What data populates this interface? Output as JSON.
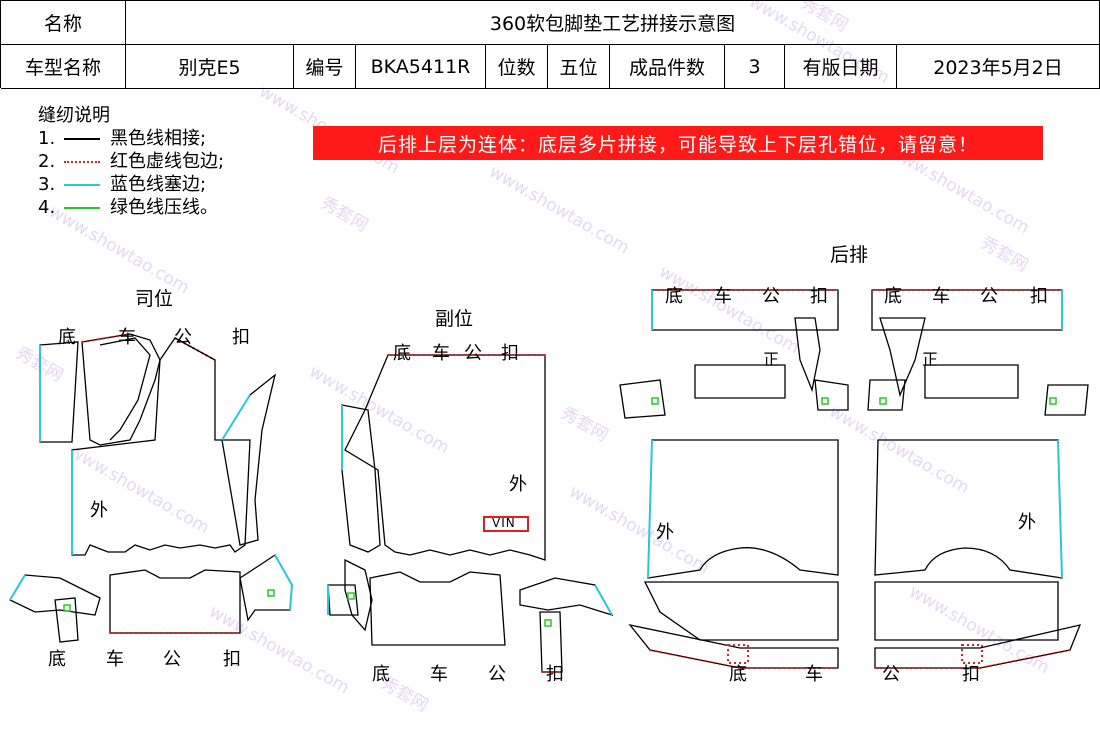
{
  "header": {
    "row1": {
      "name_label": "名称",
      "title": "360软包脚垫工艺拼接示意图"
    },
    "row2": {
      "model_label": "车型名称",
      "model_value": "别克E5",
      "code_label": "编号",
      "code_value": "BKA5411R",
      "seats_label": "位数",
      "seats_value": "五位",
      "pieces_label": "成品件数",
      "pieces_value": "3",
      "date_label": "有版日期",
      "date_value": "2023年5月2日"
    }
  },
  "legend": {
    "title": "缝纫说明",
    "items": [
      {
        "num": "1.",
        "text": "黑色线相接;",
        "color": "#000000",
        "style": "solid"
      },
      {
        "num": "2.",
        "text": "红色虚线包边;",
        "color": "#e02020",
        "style": "dotted"
      },
      {
        "num": "3.",
        "text": "蓝色线塞边;",
        "color": "#29c6e0",
        "style": "solid"
      },
      {
        "num": "4.",
        "text": "绿色线压线。",
        "color": "#22cc22",
        "style": "solid"
      }
    ]
  },
  "notice": "后排上层为连体：底层多片拼接，可能导致上下层孔错位，请留意！",
  "sections": {
    "driver": "司位",
    "passenger": "副位",
    "rear": "后排"
  },
  "labels": {
    "di": "底",
    "che": "车",
    "gong": "公",
    "kou": "扣",
    "wai": "外",
    "vin": "VIN",
    "zheng": "正"
  },
  "watermark": {
    "cn": "秀套网",
    "en": "www.showtao.com"
  },
  "colors": {
    "outline": "#000000",
    "dotted": "#e02020",
    "cyan": "#29c6e0",
    "green": "#22cc22",
    "notice_bg": "#ff1a1a"
  }
}
